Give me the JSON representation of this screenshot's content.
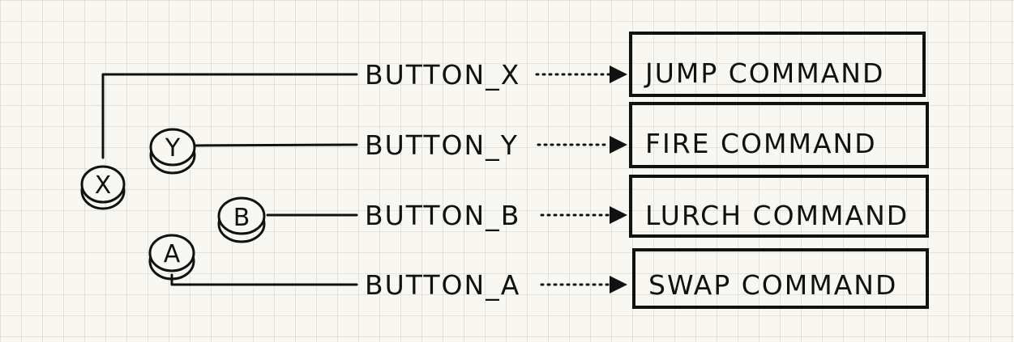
{
  "diagram": {
    "buttons": [
      {
        "id": "x",
        "letter": "X",
        "label": "BUTTON_X",
        "command": "JUMP COMMAND"
      },
      {
        "id": "y",
        "letter": "Y",
        "label": "BUTTON_Y",
        "command": "FIRE COMMAND"
      },
      {
        "id": "b",
        "letter": "B",
        "label": "BUTTON_B",
        "command": "LURCH COMMAND"
      },
      {
        "id": "a",
        "letter": "A",
        "label": "BUTTON_A",
        "command": "SWAP COMMAND"
      }
    ]
  }
}
